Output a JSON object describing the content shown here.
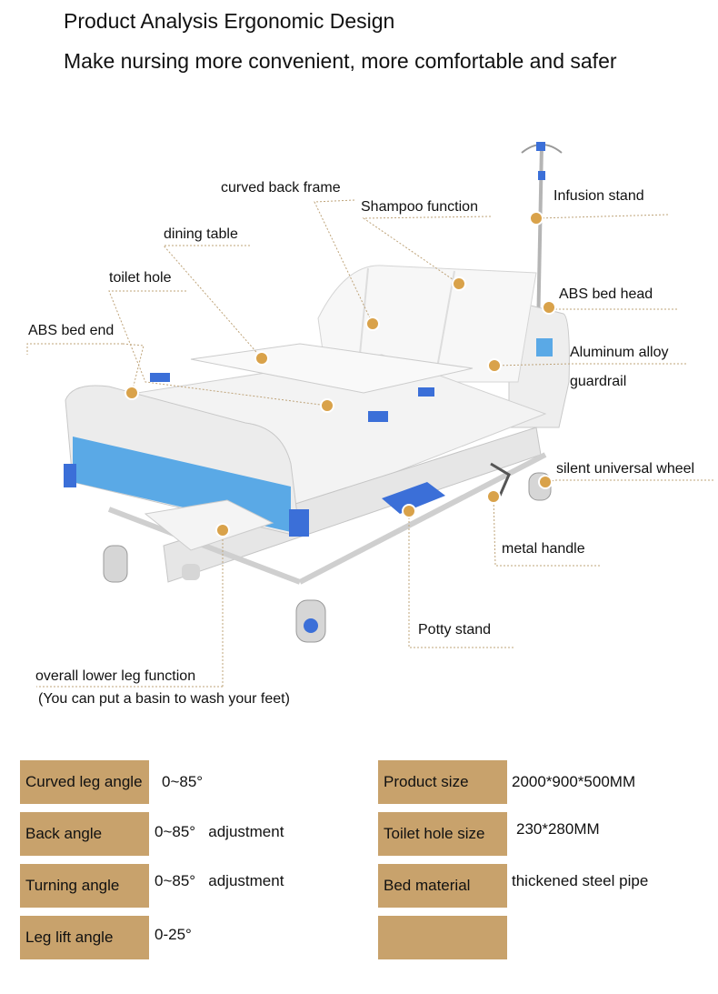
{
  "header": {
    "title": "Product Analysis Ergonomic Design",
    "subtitle": "Make nursing more convenient, more comfortable and safer"
  },
  "callouts": {
    "curved_back_frame": "curved back frame",
    "shampoo_function": "Shampoo function",
    "infusion_stand": "Infusion stand",
    "dining_table": "dining table",
    "toilet_hole": "toilet hole",
    "abs_bed_head": "ABS bed head",
    "abs_bed_end": "ABS bed end",
    "aluminum_alloy": "Aluminum alloy",
    "guardrail": "guardrail",
    "silent_universal_wheel": "silent universal wheel",
    "metal_handle": "metal handle",
    "potty_stand": "Potty stand",
    "overall_lower_leg": "overall lower leg function",
    "basin_note": "(You can put a basin to wash your feet)"
  },
  "colors": {
    "callout_dot": "#d9a24a",
    "spec_background": "#c8a26c",
    "bed_accent": "#5aa9e6"
  },
  "specs": {
    "left": [
      {
        "label": "Curved leg angle",
        "value": "0~85°"
      },
      {
        "label": "Back angle",
        "value": "0~85°   adjustment"
      },
      {
        "label": "Turning angle",
        "value": "0~85°   adjustment"
      },
      {
        "label": "Leg lift angle",
        "value": "0-25°"
      }
    ],
    "right": [
      {
        "label": "Product size",
        "value": "2000*900*500MM"
      },
      {
        "label": "Toilet hole size",
        "value": "230*280MM"
      },
      {
        "label": "Bed material",
        "value": "thickened steel pipe"
      },
      {
        "label": "",
        "value": ""
      }
    ]
  }
}
